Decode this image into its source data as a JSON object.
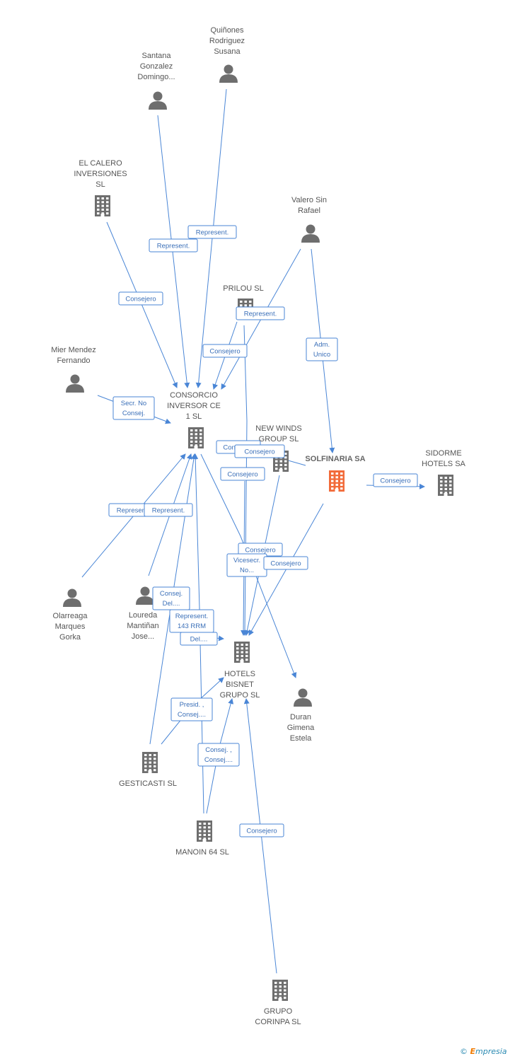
{
  "nodes": [
    {
      "id": "quinones",
      "type": "person",
      "label": [
        "Quiñones",
        "Rodriguez",
        "Susana"
      ]
    },
    {
      "id": "santana",
      "type": "person",
      "label": [
        "Santana",
        "Gonzalez",
        "Domingo..."
      ]
    },
    {
      "id": "elcalero",
      "type": "company",
      "label": [
        "EL CALERO",
        "INVERSIONES",
        "SL"
      ]
    },
    {
      "id": "valero",
      "type": "person",
      "label": [
        "Valero Sin",
        "Rafael"
      ]
    },
    {
      "id": "prilou",
      "type": "company",
      "label": [
        "PRILOU SL"
      ]
    },
    {
      "id": "mier",
      "type": "person",
      "label": [
        "Mier Mendez",
        "Fernando"
      ]
    },
    {
      "id": "consorcio",
      "type": "company",
      "label": [
        "CONSORCIO",
        "INVERSOR CE",
        "1 SL"
      ]
    },
    {
      "id": "newwinds",
      "type": "company",
      "label": [
        "NEW WINDS",
        "GROUP SL"
      ]
    },
    {
      "id": "solfinaria",
      "type": "company",
      "main": true,
      "label": [
        "SOLFINARIA SA"
      ]
    },
    {
      "id": "sidorme",
      "type": "company",
      "label": [
        "SIDORME",
        "HOTELS SA"
      ]
    },
    {
      "id": "olarreaga",
      "type": "person",
      "label": [
        "Olarreaga",
        "Marques",
        "Gorka"
      ]
    },
    {
      "id": "loureda",
      "type": "person",
      "label": [
        "Loureda",
        "Mantiñan",
        "Jose..."
      ]
    },
    {
      "id": "hotels",
      "type": "company",
      "label": [
        "HOTELS",
        "BISNET",
        "GRUPO SL"
      ]
    },
    {
      "id": "duran",
      "type": "person",
      "label": [
        "Duran",
        "Gimena",
        "Estela"
      ]
    },
    {
      "id": "gesticasti",
      "type": "company",
      "label": [
        "GESTICASTI SL"
      ]
    },
    {
      "id": "manoin",
      "type": "company",
      "label": [
        "MANOIN 64 SL"
      ]
    },
    {
      "id": "corinpa",
      "type": "company",
      "label": [
        "GRUPO",
        "CORINPA SL"
      ]
    }
  ],
  "edges": [
    {
      "id": "e1",
      "label": [
        "Represent."
      ]
    },
    {
      "id": "e2",
      "label": [
        "Represent."
      ]
    },
    {
      "id": "e3",
      "label": [
        "Consejero"
      ]
    },
    {
      "id": "e4",
      "label": [
        "Represent."
      ]
    },
    {
      "id": "e5",
      "label": [
        "Consejero"
      ]
    },
    {
      "id": "e6",
      "label": [
        "Adm.",
        "Unico"
      ]
    },
    {
      "id": "e7",
      "label": [
        "Secr.  No",
        "Consej."
      ]
    },
    {
      "id": "e8",
      "label": [
        "Consejero"
      ]
    },
    {
      "id": "e9",
      "label": [
        "Consejero"
      ]
    },
    {
      "id": "e10",
      "label": [
        "Consejero"
      ]
    },
    {
      "id": "e11",
      "label": [
        "Consejero"
      ]
    },
    {
      "id": "e12",
      "label": [
        "Represent."
      ]
    },
    {
      "id": "e13",
      "label": [
        "Represent."
      ]
    },
    {
      "id": "e14",
      "label": [
        "Consejero"
      ]
    },
    {
      "id": "e15",
      "label": [
        "Vicesecr.",
        "No..."
      ]
    },
    {
      "id": "e16",
      "label": [
        "Consejero"
      ]
    },
    {
      "id": "e17",
      "label": [
        "Consej.",
        "Del...."
      ]
    },
    {
      "id": "e18",
      "label": [
        "Represent.",
        "143 RRM"
      ]
    },
    {
      "id": "e19",
      "label": [
        "Del...."
      ]
    },
    {
      "id": "e20",
      "label": [
        "Presid. ,",
        "Consej...."
      ]
    },
    {
      "id": "e21",
      "label": [
        "Consej. ,",
        "Consej...."
      ]
    },
    {
      "id": "e22",
      "label": [
        "Consejero"
      ]
    }
  ],
  "colors": {
    "edge": "#4a86d6",
    "node": "#6e6e6e",
    "main": "#f26b3a"
  },
  "brand": {
    "symbol": "©",
    "first": "E",
    "rest": "mpresia"
  }
}
